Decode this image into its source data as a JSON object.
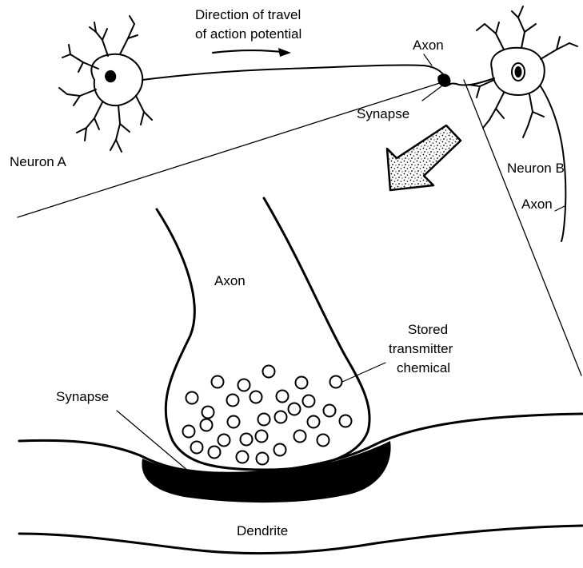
{
  "labels": {
    "direction_line1": "Direction of travel",
    "direction_line2": "of action potential",
    "axon_top": "Axon",
    "synapse_top": "Synapse",
    "neuron_a": "Neuron A",
    "neuron_b": "Neuron B",
    "axon_b": "Axon",
    "axon_zoom": "Axon",
    "stored_line1": "Stored",
    "stored_line2": "transmitter",
    "stored_line3": "chemical",
    "synapse_zoom": "Synapse",
    "dendrite": "Dendrite"
  },
  "colors": {
    "ink": "#000000",
    "background": "#ffffff"
  },
  "vesicle_count": 30
}
